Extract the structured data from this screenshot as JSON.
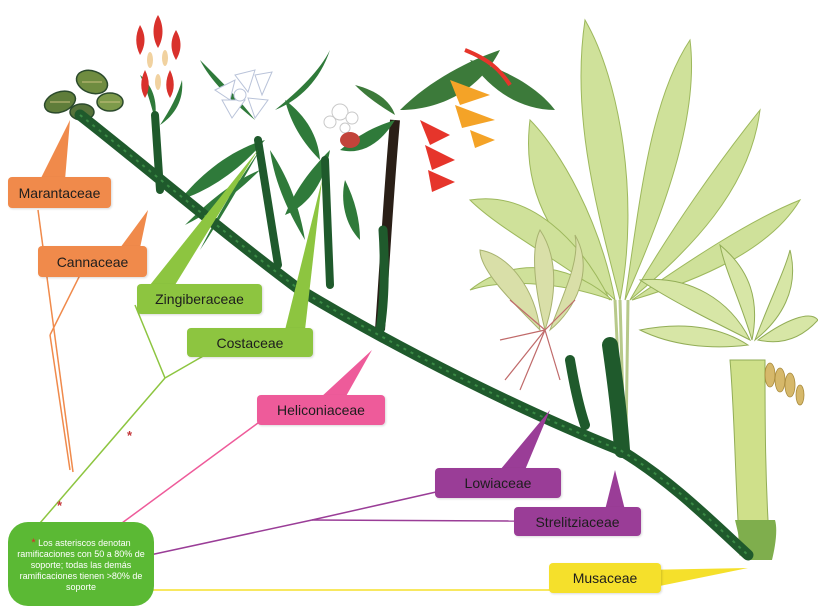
{
  "families": [
    {
      "name": "Marantaceae",
      "color": "#f08a4b"
    },
    {
      "name": "Cannaceae",
      "color": "#f08a4b"
    },
    {
      "name": "Zingiberaceae",
      "color": "#8dc540"
    },
    {
      "name": "Costaceae",
      "color": "#8dc540"
    },
    {
      "name": "Heliconiaceae",
      "color": "#ee5b9a"
    },
    {
      "name": "Lowiaceae",
      "color": "#9a3d97"
    },
    {
      "name": "Strelitziaceae",
      "color": "#9a3d97"
    },
    {
      "name": "Musaceae",
      "color": "#f5e02b"
    }
  ],
  "asterisk": "*",
  "note": {
    "asterisk": "*",
    "text": "Los asteriscos denotan ramificaciones con 50 a 80% de soporte; todas las demás ramificaciones tienen >80% de soporte",
    "background": "#5bb934"
  },
  "colors": {
    "orange": "#f08a4b",
    "green_label": "#8dc540",
    "pink": "#ee5b9a",
    "purple": "#9a3d97",
    "yellow": "#f5e02b",
    "stem": "#1f5a2c",
    "leaf_light": "#c9dc8f",
    "leaf_dark": "#2f7a3a"
  },
  "illustrations": [
    "marantaceae-plant-icon",
    "cannaceae-flower-icon",
    "zingiberaceae-flower-icon",
    "costaceae-flower-icon",
    "heliconia-flower-icon",
    "strelitzia-tree-icon",
    "lowia-plant-icon",
    "banana-plant-icon"
  ]
}
